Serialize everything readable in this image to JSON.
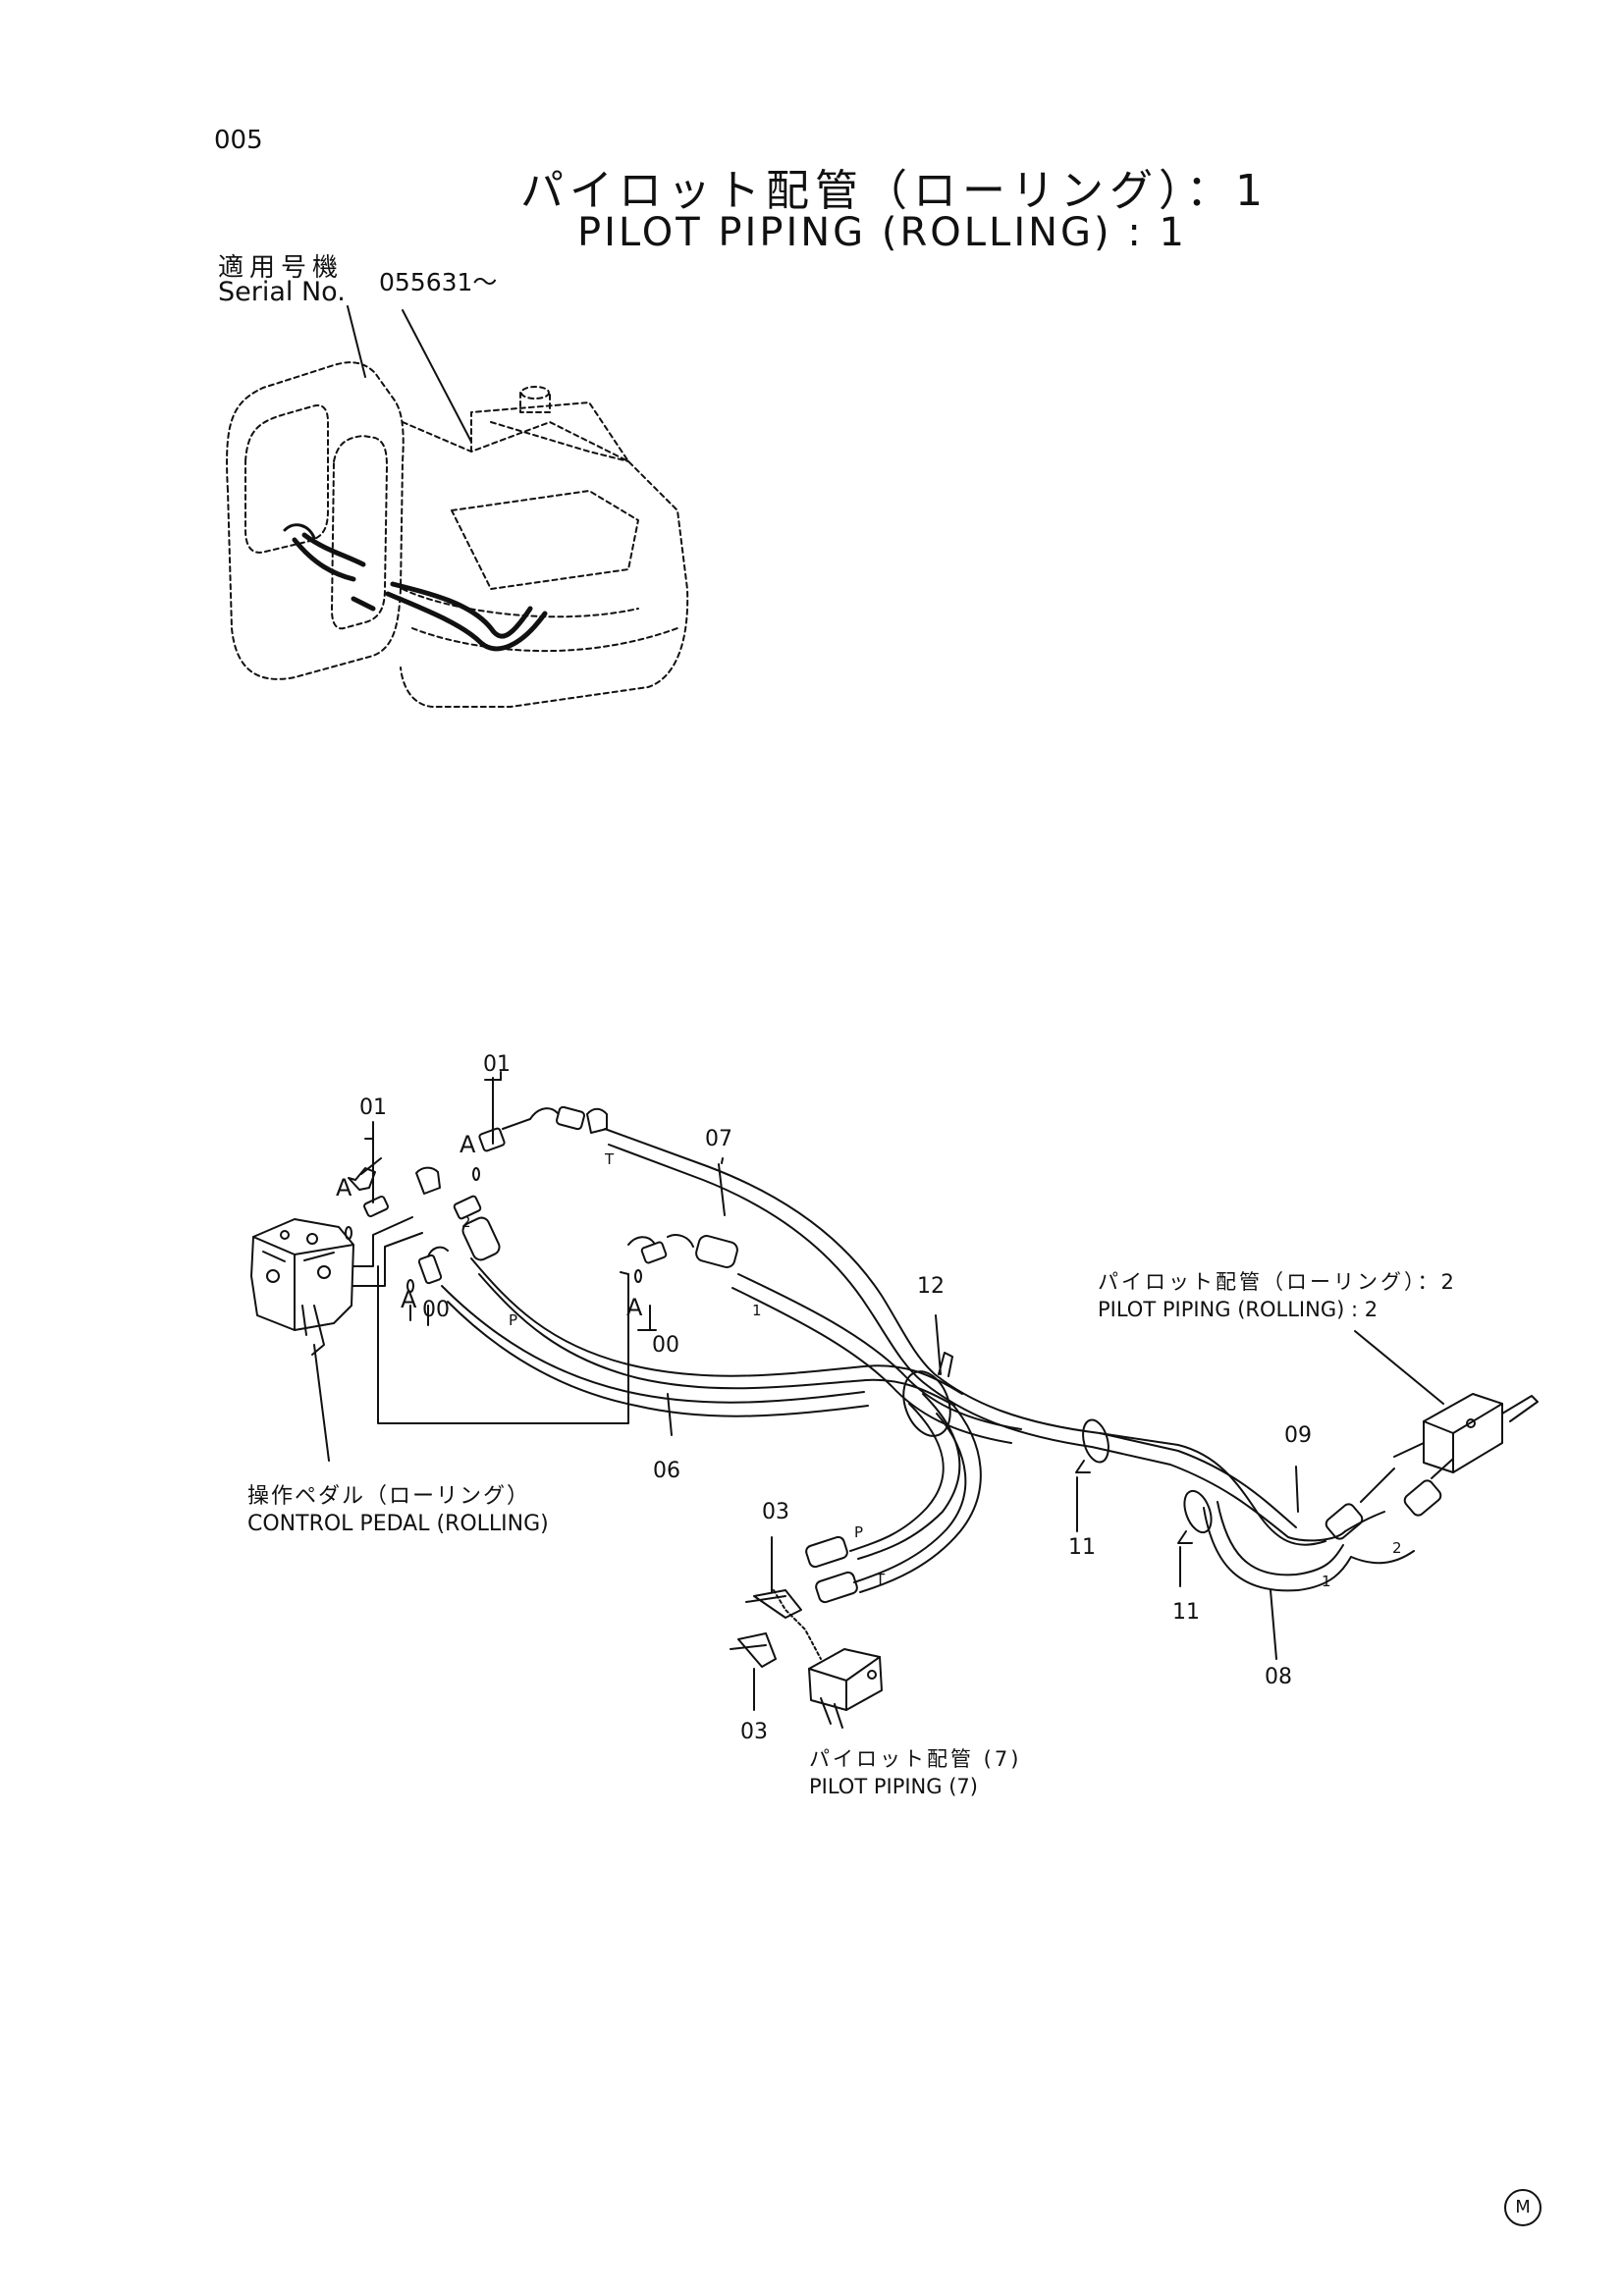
{
  "page_code": "005",
  "title": {
    "jp": "パイロット配管（ローリング）：1",
    "en": "PILOT PIPING (ROLLING) : 1"
  },
  "serial": {
    "label_jp": "適用号機",
    "label_en": "Serial No.",
    "value": "055631～"
  },
  "callouts": {
    "c01_top": "01",
    "c01_left": "01",
    "c00_left": "00",
    "c00_mid": "00",
    "c07": "07",
    "c06": "06",
    "c12": "12",
    "c11_a": "11",
    "c11_b": "11",
    "c09": "09",
    "c08": "08",
    "c03_top": "03",
    "c03_bottom": "03"
  },
  "port_marks": {
    "a1": "A",
    "a2": "A",
    "a3": "A",
    "a4": "A",
    "p1": "P",
    "p2": "P",
    "t1": "T",
    "t2": "T",
    "n1": "1",
    "n2": "2",
    "n3": "1",
    "n4": "2"
  },
  "references": {
    "pilot2_jp": "パイロット配管（ローリング）：2",
    "pilot2_en": "PILOT PIPING (ROLLING) : 2",
    "pedal_jp": "操作ペダル（ローリング）",
    "pedal_en": "CONTROL PEDAL (ROLLING)",
    "pilot7_jp": "パイロット配管 (7)",
    "pilot7_en": "PILOT PIPING  (7)"
  },
  "corner_mark": "M"
}
